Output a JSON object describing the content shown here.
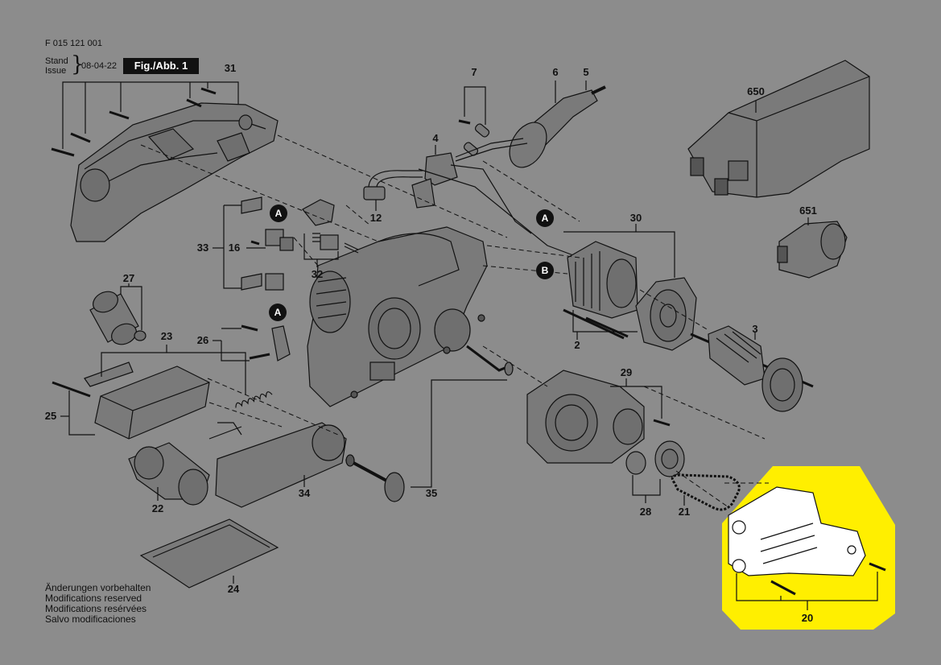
{
  "header": {
    "doc_number": "F 015 121 001",
    "stand_label": "Stand",
    "issue_label": "Issue",
    "date": "08-04-22",
    "figure_badge": "Fig./Abb. 1"
  },
  "part_labels": {
    "p31": "31",
    "p7": "7",
    "p6": "6",
    "p5": "5",
    "p650": "650",
    "p4": "4",
    "p12": "12",
    "p30": "30",
    "p651": "651",
    "p33": "33",
    "p16": "16",
    "p32": "32",
    "p27": "27",
    "p2": "2",
    "p3": "3",
    "p23": "23",
    "p26": "26",
    "p29": "29",
    "p25": "25",
    "p22": "22",
    "p34": "34",
    "p35": "35",
    "p28": "28",
    "p21": "21",
    "p24": "24",
    "p20": "20"
  },
  "markers": {
    "a": "A",
    "b": "B"
  },
  "notes": [
    "Änderungen vorbehalten",
    "Modifications reserved",
    "Modifications resérvées",
    "Salvo modificaciones"
  ],
  "colors": {
    "background": "#8c8c8c",
    "part_fill": "#7a7a7a",
    "highlight": "#ffef00",
    "line": "#111111"
  }
}
